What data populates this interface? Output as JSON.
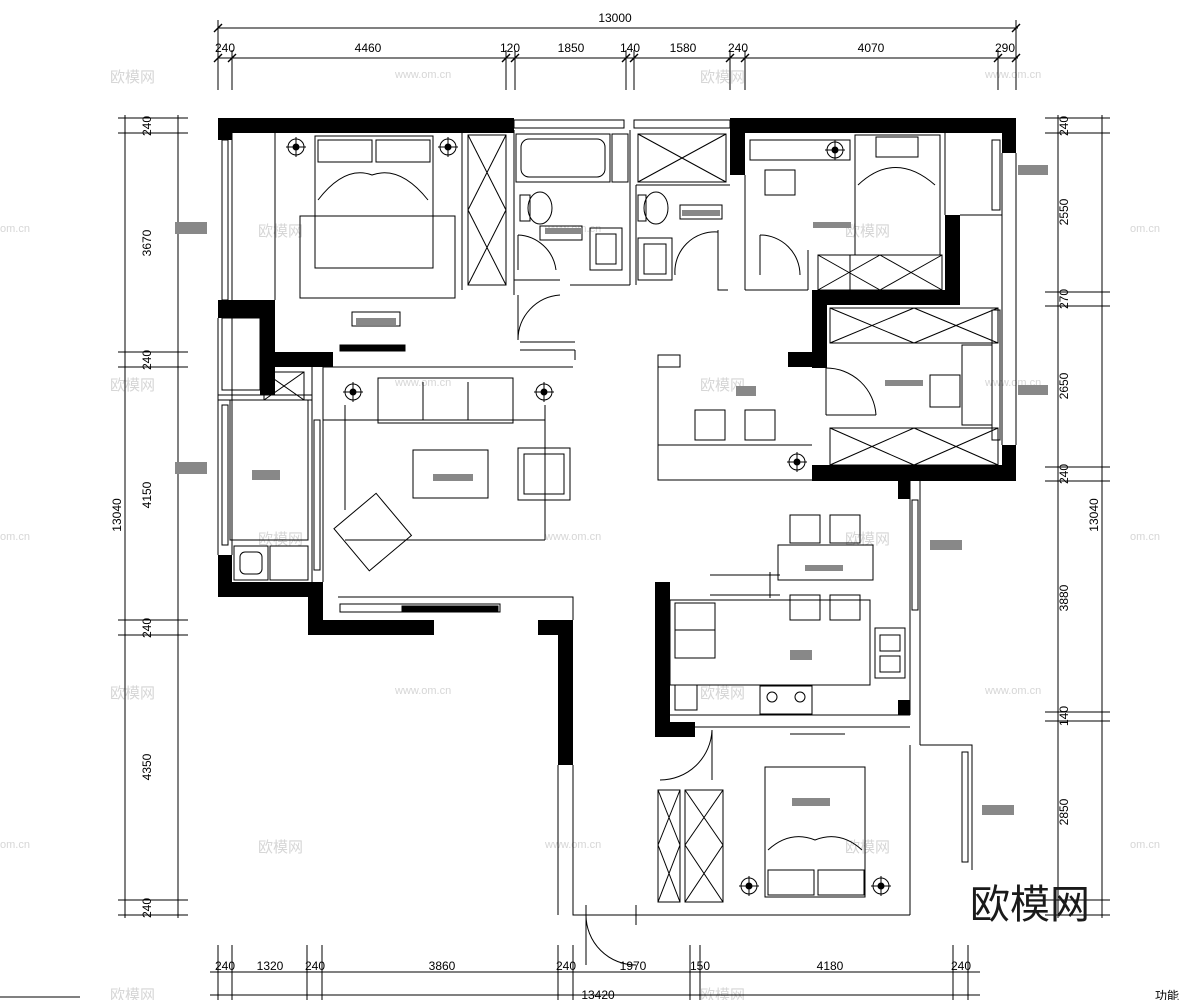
{
  "dims": {
    "top_total": "13000",
    "top_segments": [
      "240",
      "4460",
      "120",
      "1850",
      "140",
      "1580",
      "240",
      "4070",
      "290"
    ],
    "left_total": "13040",
    "left_segments": [
      "240",
      "3670",
      "240",
      "4150",
      "240",
      "4350",
      "240"
    ],
    "right_total": "13040",
    "right_segments": [
      "240",
      "2550",
      "270",
      "2650",
      "240",
      "3880",
      "140",
      "2850"
    ],
    "bottom_total": "13420",
    "bottom_segments": [
      "240",
      "1320",
      "240",
      "3860",
      "240",
      "1970",
      "150",
      "4180",
      "240"
    ]
  },
  "watermark": {
    "brand": "欧模网",
    "url": "www.om.cn",
    "url_cut": "om.cn"
  },
  "corner_fragment": "功能"
}
